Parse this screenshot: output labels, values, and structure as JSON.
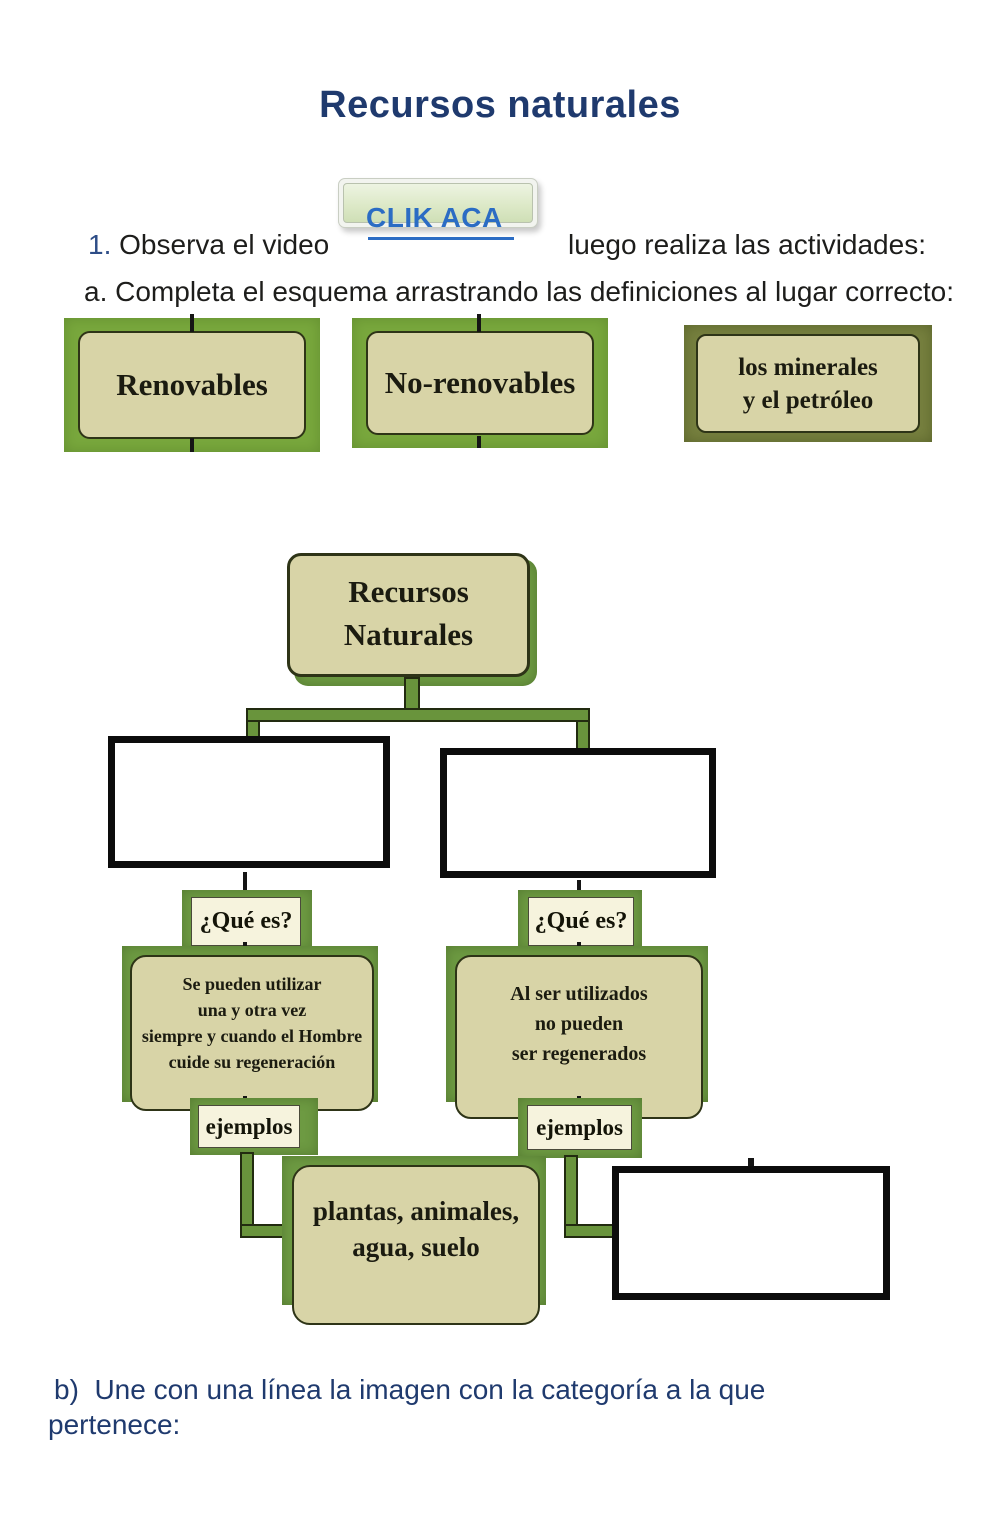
{
  "header": {
    "title": "Recursos naturales"
  },
  "video_button": {
    "label": "CLIK ACA"
  },
  "instructions": {
    "step1_number": "1.",
    "step1_before_button": "Observa el video",
    "step1_after_button": "luego realiza las actividades:",
    "step_a": "a. Completa el esquema arrastrando las definiciones al lugar correcto:",
    "step_b_line1": "b)  Une con una línea la imagen con la categoría a la que",
    "step_b_line2": "pertenece:"
  },
  "draggable_answers": {
    "renovables": "Renovables",
    "no_renovables": "No-renovables",
    "minerales_line1": "los minerales",
    "minerales_line2": "y el petróleo"
  },
  "diagram": {
    "root": {
      "line1": "Recursos",
      "line2": "Naturales"
    },
    "left_branch": {
      "question_label": "¿Qué es?",
      "definition": {
        "line1": "Se pueden utilizar",
        "line2": "una y otra vez",
        "line3": "siempre y cuando el Hombre",
        "line4": "cuide su regeneración"
      },
      "examples_label": "ejemplos",
      "examples": {
        "line1": "plantas, animales,",
        "line2": "agua, suelo"
      }
    },
    "right_branch": {
      "question_label": "¿Qué es?",
      "definition": {
        "line1": "Al ser utilizados",
        "line2": "no pueden",
        "line3": "ser regenerados"
      },
      "examples_label": "ejemplos"
    }
  },
  "colors": {
    "title_navy": "#1f3a6e",
    "link_blue": "#2b6cc4",
    "bright_green": "#79a83d",
    "diagram_green": "#6d9a42",
    "olive_green": "#77813f",
    "tan": "#d8d4a7",
    "cream": "#f6f3dd",
    "dark_border": "#2e3417",
    "drop_box_border": "#0c0c0c"
  }
}
